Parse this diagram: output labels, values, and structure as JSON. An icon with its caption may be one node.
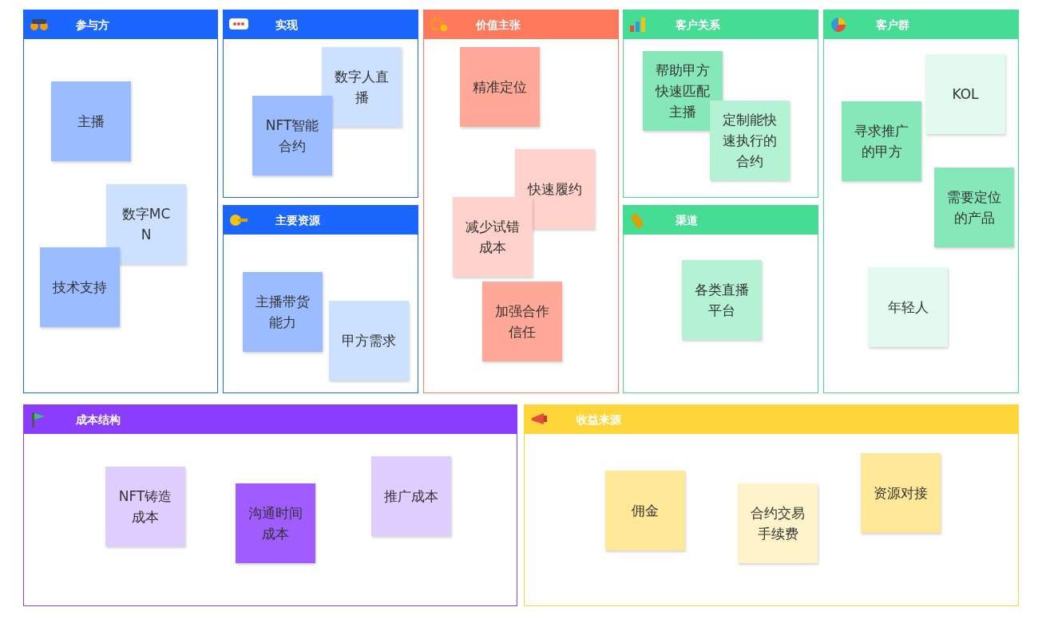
{
  "diagram": {
    "nodes": [
      {
        "text": [
          "参与方"
        ]
      },
      {
        "text": [
          "主播"
        ],
        "in": 0
      },
      {
        "text": [
          "数字MCN"
        ],
        "in": 0
      },
      {
        "text": [
          "技术支持"
        ],
        "in": 0
      },
      {
        "text": [
          "实现"
        ]
      },
      {
        "text": [
          "数字人直播"
        ],
        "in": 4
      },
      {
        "text": [
          "NFT智能合约"
        ],
        "in": 4
      },
      {
        "text": [
          "主要资源"
        ]
      },
      {
        "text": [
          "主播带货能力"
        ],
        "in": 7
      },
      {
        "text": [
          "甲方需求"
        ],
        "in": 7
      },
      {
        "text": [
          "价值主张"
        ]
      },
      {
        "text": [
          "精准定位"
        ],
        "in": 10
      },
      {
        "text": [
          "快速履约"
        ],
        "in": 10
      },
      {
        "text": [
          "减少试错成本"
        ],
        "in": 10
      },
      {
        "text": [
          "加强合作信任"
        ],
        "in": 10
      },
      {
        "text": [
          "客户关系"
        ]
      },
      {
        "text": [
          "帮助甲方快速匹配主播"
        ],
        "in": 15
      },
      {
        "text": [
          "定制能快速执行的合约"
        ],
        "in": 15
      },
      {
        "text": [
          "渠道"
        ]
      },
      {
        "text": [
          "各类直播平台"
        ],
        "in": 18
      },
      {
        "text": [
          "客户群"
        ]
      },
      {
        "text": [
          "KOL"
        ],
        "in": 20
      },
      {
        "text": [
          "寻求推广的甲方"
        ],
        "in": 20
      },
      {
        "text": [
          "需要定位的产品"
        ],
        "in": 20
      },
      {
        "text": [
          "年轻人"
        ],
        "in": 20
      },
      {
        "text": [
          "成本结构"
        ]
      },
      {
        "text": [
          "NFT铸造成本"
        ],
        "in": 25
      },
      {
        "text": [
          "沟通时间成本"
        ],
        "in": 25
      },
      {
        "text": [
          "推广成本"
        ],
        "in": 25
      },
      {
        "text": [
          "收益来源"
        ]
      },
      {
        "text": [
          "佣金"
        ],
        "in": 29
      },
      {
        "text": [
          "合约交易手续费"
        ],
        "in": 29
      },
      {
        "text": [
          "资源对接"
        ],
        "in": 29
      }
    ]
  }
}
